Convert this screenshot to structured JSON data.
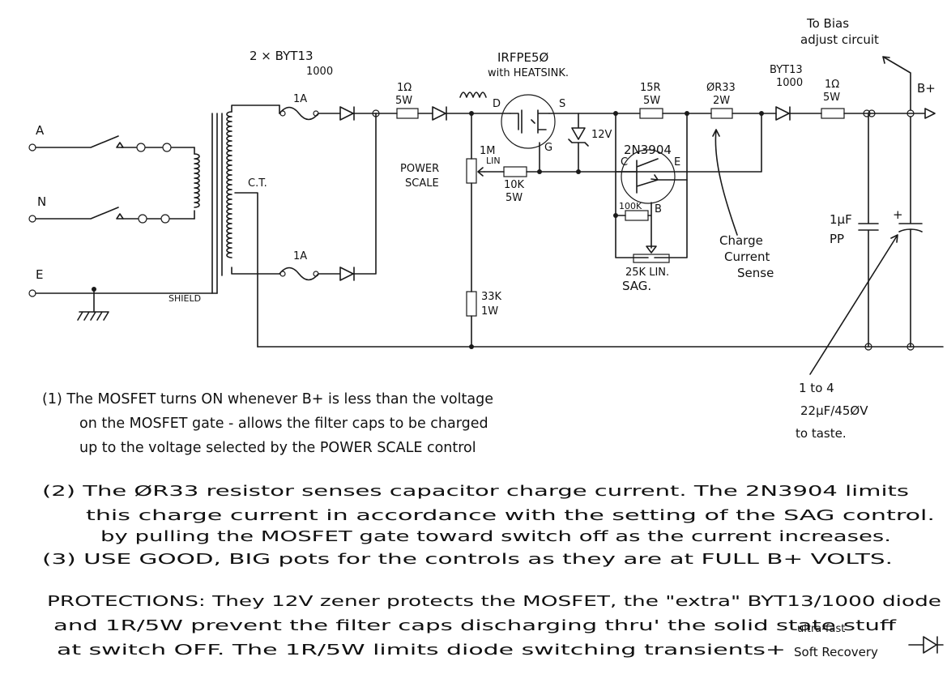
{
  "labels": {
    "to_bias_1": "To Bias",
    "to_bias_2": "adjust circuit",
    "diode_pair_1": "2 × BYT13",
    "diode_pair_2": "1000",
    "mosfet_1": "IRFPE5Ø",
    "mosfet_2": "with HEATSINK.",
    "byt_1": "BYT13",
    "byt_2": "1000",
    "input_a": "A",
    "input_n": "N",
    "input_e": "E",
    "fuse_top": "1A",
    "fuse_bottom": "1A",
    "r1_value": "1Ω",
    "r1_power": "5W",
    "r15_value": "15R",
    "r15_power": "5W",
    "r033_value": "ØR33",
    "r033_power": "2W",
    "r_out_value": "1Ω",
    "r_out_power": "5W",
    "bplus": "B+",
    "drain": "D",
    "source": "S",
    "gate": "G",
    "zener": "12V",
    "pot1m_1": "1M",
    "pot1m_2": "LIN",
    "power_scale_1": "POWER",
    "power_scale_2": "SCALE",
    "r10k_1": "10K",
    "r10k_2": "5W",
    "transistor": "2N3904",
    "pin_c": "C",
    "pin_e": "E",
    "pin_b": "B",
    "r100k": "100K",
    "pot25k": "25K LIN.",
    "sag": "SAG.",
    "charge_1": "Charge",
    "charge_2": "Current",
    "charge_3": "Sense",
    "cap1_1": "1µF",
    "cap1_2": "PP",
    "cap2_plus": "+",
    "ct": "C.T.",
    "shield": "SHIELD",
    "r33k_1": "33K",
    "r33k_2": "1W",
    "caps_note_1": "1 to 4",
    "caps_note_2": "22µF/45ØV",
    "caps_note_3": "to taste."
  },
  "notes": {
    "n1_line1": "(1) The MOSFET turns ON whenever B+ is less than the voltage",
    "n1_line2": "on the MOSFET gate - allows the filter caps to be charged",
    "n1_line3": "up to the voltage selected by the POWER SCALE control",
    "n2_line1": "(2) The ØR33 resistor senses capacitor charge current. The 2N3904 limits",
    "n2_line2": "this charge current in accordance with the setting of the SAG control.",
    "n2_line3": "by pulling the MOSFET gate toward switch off as the current increases.",
    "n3_line1": "(3) USE GOOD, BIG pots for the controls as they are at FULL B+ VOLTS.",
    "prot_line1": "PROTECTIONS: They 12V zener protects the MOSFET, the \"extra\" BYT13/1000 diode",
    "prot_line2": "and 1R/5W prevent the filter caps discharging thru' the solid state stuff",
    "prot_line3": "at switch OFF. The 1R/5W limits diode switching transients+",
    "ultrafast": "ultra-fast",
    "soft_recovery": "Soft Recovery"
  }
}
